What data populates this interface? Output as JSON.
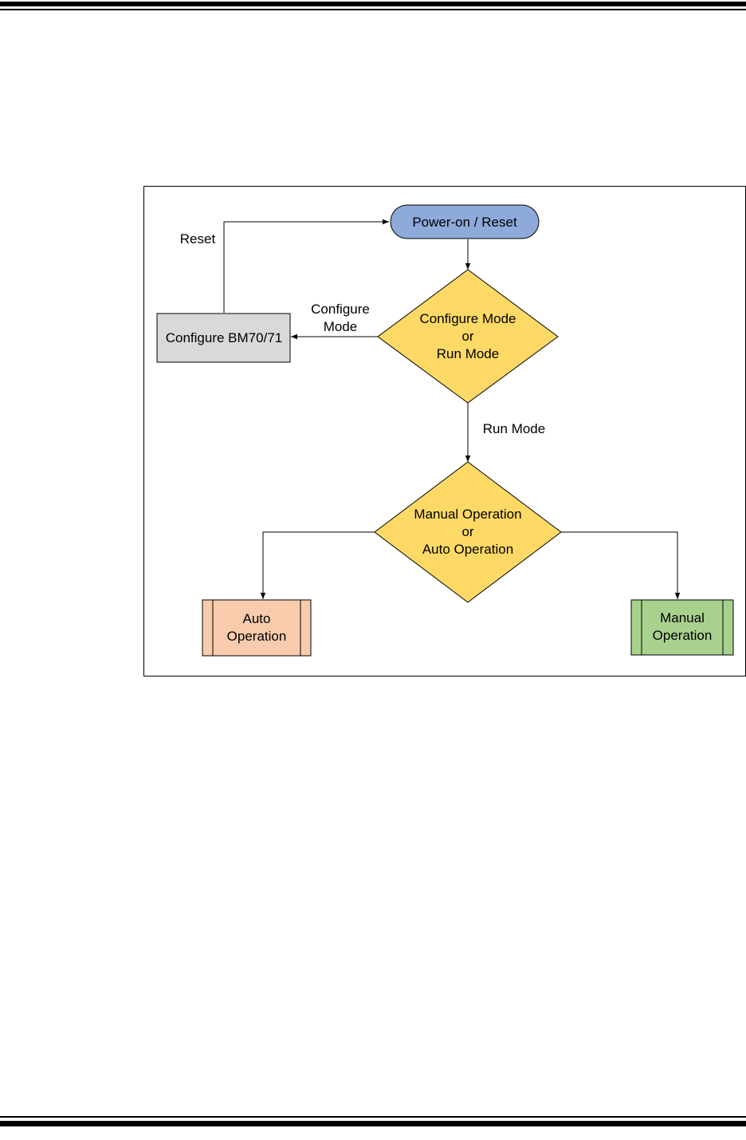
{
  "diagram": {
    "nodes": {
      "power_on": {
        "label": "Power-on / Reset",
        "color": "#8eaadb"
      },
      "mode_decision": {
        "lines": [
          "Configure Mode",
          "or",
          "Run Mode"
        ],
        "color": "#ffd966"
      },
      "configure": {
        "label": "Configure BM70/71",
        "color": "#d9d9d9"
      },
      "operation_decision": {
        "lines": [
          "Manual Operation",
          "or",
          "Auto Operation"
        ],
        "color": "#ffd966"
      },
      "auto": {
        "lines": [
          "Auto",
          "Operation"
        ],
        "color": "#f8cbad"
      },
      "manual": {
        "lines": [
          "Manual",
          "Operation"
        ],
        "color": "#a9d18e"
      }
    },
    "edge_labels": {
      "reset": "Reset",
      "configure_mode": [
        "Configure",
        "Mode"
      ],
      "run_mode": "Run Mode"
    }
  }
}
